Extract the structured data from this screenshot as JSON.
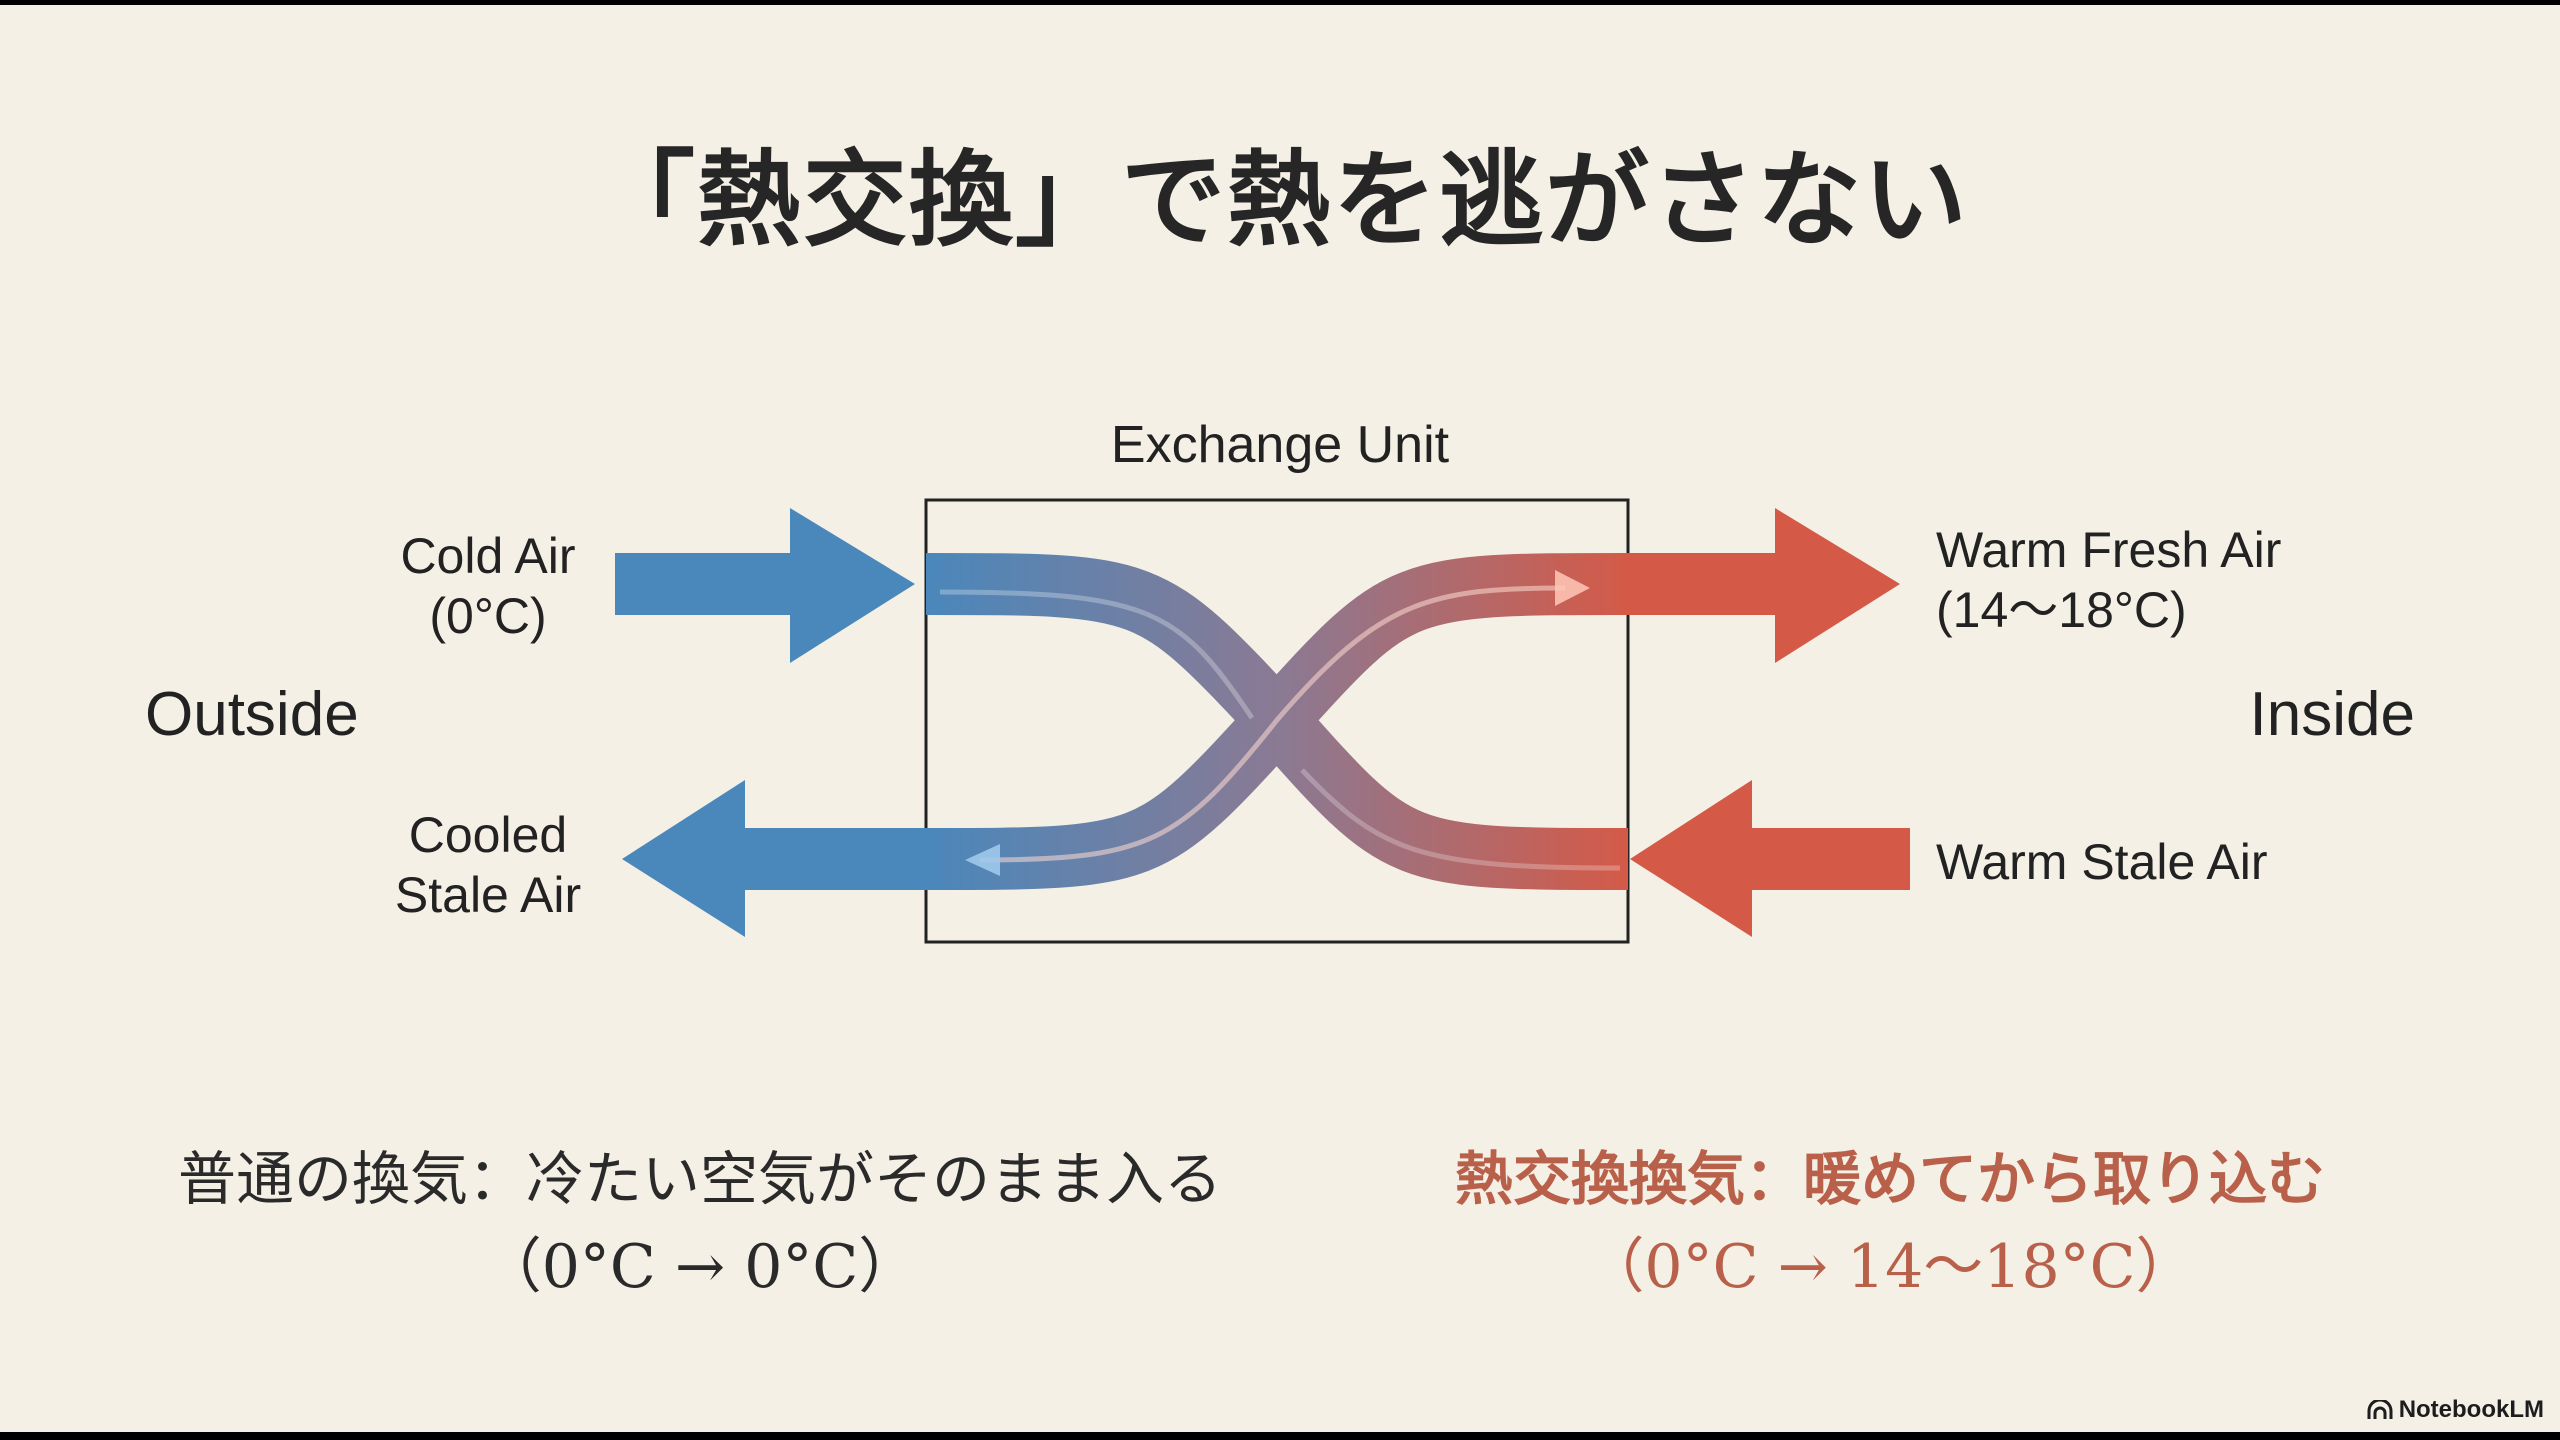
{
  "title": "「熱交換」で熱を逃がさない",
  "diagram": {
    "unit_label": "Exchange Unit",
    "outside_label": "Outside",
    "inside_label": "Inside",
    "flows": [
      {
        "id": "cold-air",
        "line1": "Cold Air",
        "line2": "(0°C)",
        "direction": "inward",
        "color": "#4a87bb"
      },
      {
        "id": "warm-fresh-air",
        "line1": "Warm Fresh Air",
        "line2": "(14〜18°C)",
        "direction": "inward",
        "color": "#d45a47"
      },
      {
        "id": "cooled-stale-air",
        "line1": "Cooled",
        "line2": "Stale Air",
        "direction": "outward",
        "color": "#4a87bb"
      },
      {
        "id": "warm-stale-air",
        "line1": "Warm Stale Air",
        "line2": "",
        "direction": "outward",
        "color": "#d45a47"
      }
    ],
    "colors": {
      "cold": "#4a87bb",
      "warm": "#d45a47",
      "mid": "#8a7a94"
    }
  },
  "comparison": {
    "normal": {
      "heading": "普通の換気：冷たい空気がそのまま入る",
      "detail": "（0°C → 0°C）"
    },
    "heat_exchange": {
      "heading": "熱交換換気：暖めてから取り込む",
      "detail": "（0°C → 14〜18°C）",
      "color": "#b8604a"
    }
  },
  "brand": {
    "name": "NotebookLM"
  }
}
